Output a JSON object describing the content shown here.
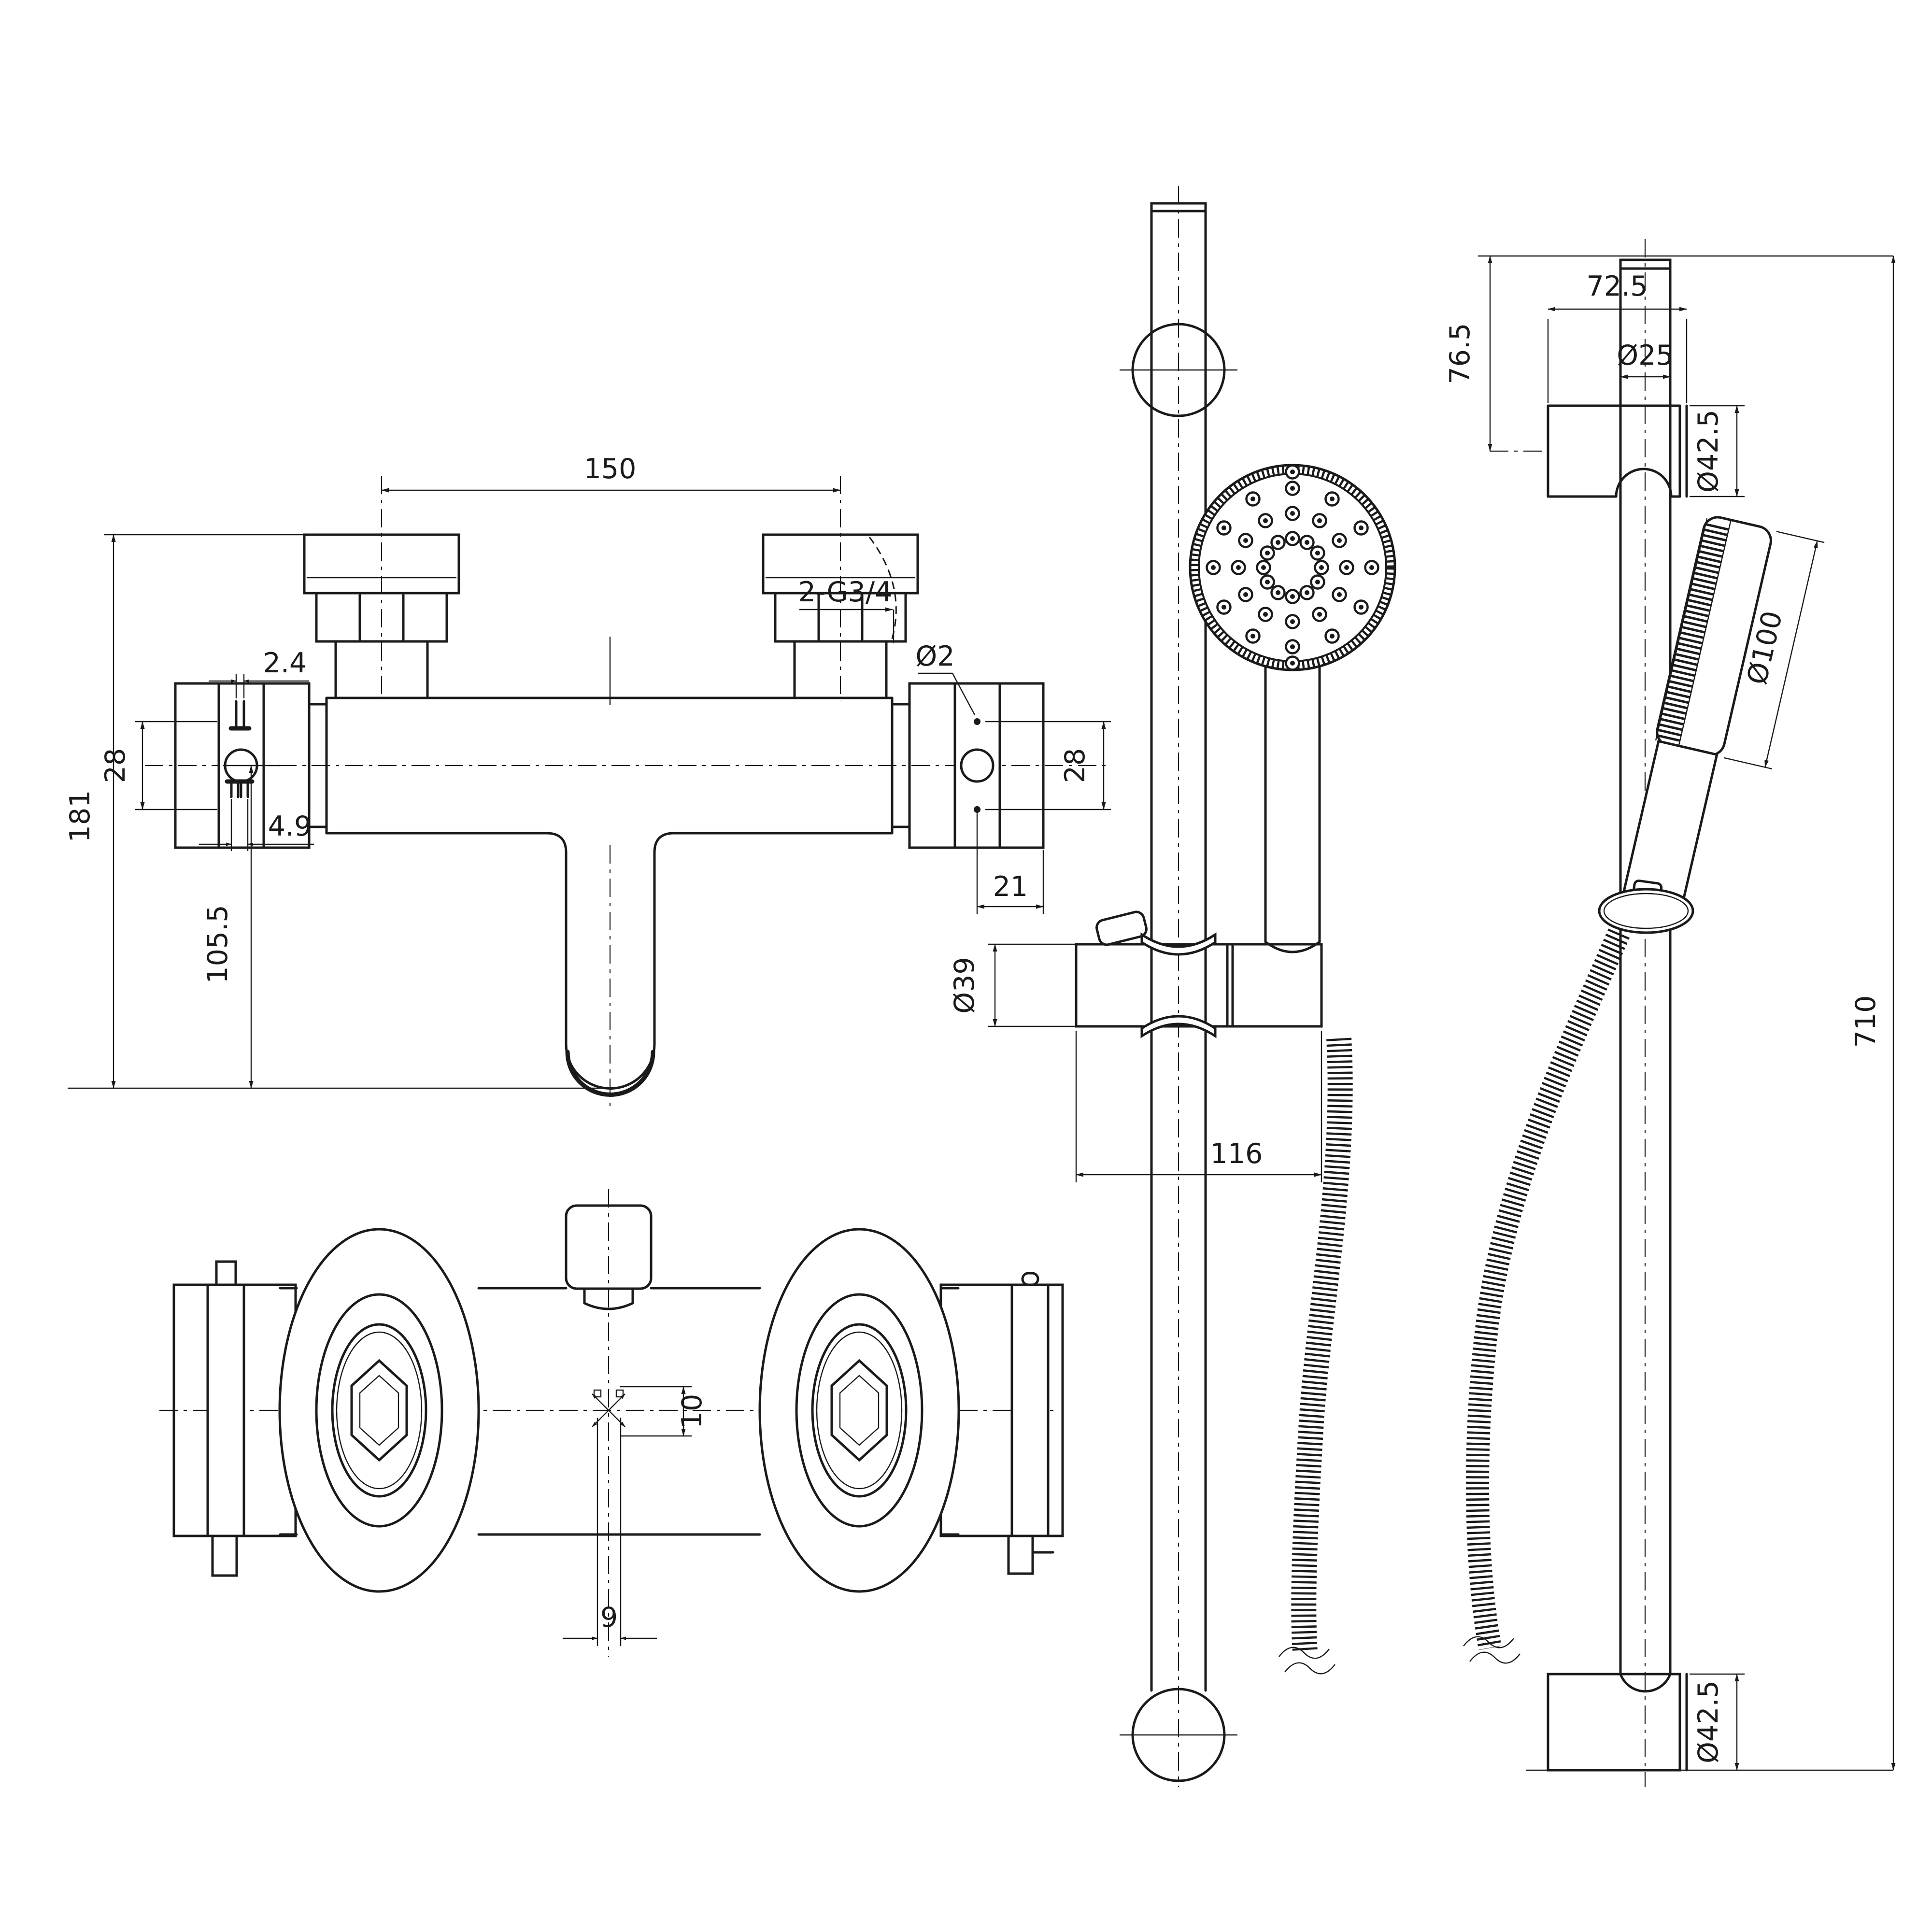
{
  "app": {
    "type": "technical-drawing",
    "subject": "thermostatic bath shower mixer with slide rail kit",
    "background_color": "#ffffff",
    "line_color": "#1a1a1a"
  },
  "views": {
    "front": {
      "title": "mixer front view",
      "dims": {
        "port_spacing": "150",
        "thread_spec": "2-G3/4",
        "pin_width": "2.4",
        "left_hole_spacing": "28",
        "total_height": "181",
        "spout_drop": "105.5",
        "slot_width": "4.9",
        "hole_dia": "Ø2",
        "right_hole_spacing": "28",
        "hole_offset": "21"
      }
    },
    "top": {
      "title": "mixer top view",
      "dims": {
        "outlet_width": "10",
        "outlet_offset": "9"
      }
    },
    "rail_front": {
      "title": "slide rail front view",
      "dims": {
        "holder_dia": "Ø39",
        "holder_reach": "116"
      }
    },
    "rail_side": {
      "title": "slide rail side view",
      "dims": {
        "bracket_reach": "72.5",
        "rail_dia": "Ø25",
        "top_bracket_drop": "76.5",
        "top_flange_dia": "Ø42.5",
        "handset_dia": "Ø100",
        "rail_length": "710",
        "bottom_flange_dia": "Ø42.5"
      }
    }
  }
}
